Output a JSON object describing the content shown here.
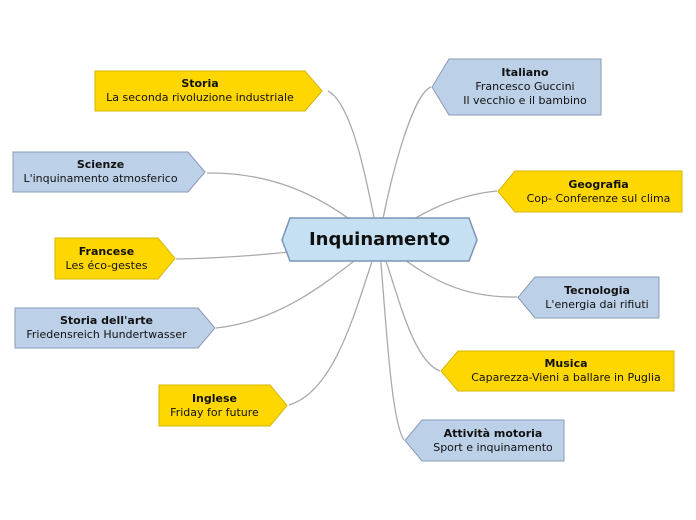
{
  "center": {
    "title": "Inquinamento"
  },
  "nodes": [
    {
      "id": "storia",
      "title": "Storia",
      "lines": [
        "La seconda rivoluzione industriale"
      ],
      "color": "#ffd700"
    },
    {
      "id": "scienze",
      "title": "Scienze",
      "lines": [
        "L'inquinamento atmosferico"
      ],
      "color": "#bcd0e8"
    },
    {
      "id": "francese",
      "title": "Francese",
      "lines": [
        "Les éco-gestes"
      ],
      "color": "#ffd700"
    },
    {
      "id": "storia-arte",
      "title": "Storia dell'arte",
      "lines": [
        "Friedensreich Hundertwasser"
      ],
      "color": "#bcd0e8"
    },
    {
      "id": "inglese",
      "title": "Inglese",
      "lines": [
        "Friday for future"
      ],
      "color": "#ffd700"
    },
    {
      "id": "italiano",
      "title": "Italiano",
      "lines": [
        "Francesco Guccini",
        "Il vecchio e il bambino"
      ],
      "color": "#bcd0e8"
    },
    {
      "id": "geografia",
      "title": "Geografia",
      "lines": [
        "Cop- Conferenze sul clima"
      ],
      "color": "#ffd700"
    },
    {
      "id": "tecnologia",
      "title": "Tecnologia",
      "lines": [
        "L'energia dai rifiuti"
      ],
      "color": "#bcd0e8"
    },
    {
      "id": "musica",
      "title": "Musica",
      "lines": [
        "Caparezza-Vieni a ballare in Puglia"
      ],
      "color": "#ffd700"
    },
    {
      "id": "attivita-motoria",
      "title": "Attività motoria",
      "lines": [
        "Sport e inquinamento"
      ],
      "color": "#bcd0e8"
    }
  ]
}
